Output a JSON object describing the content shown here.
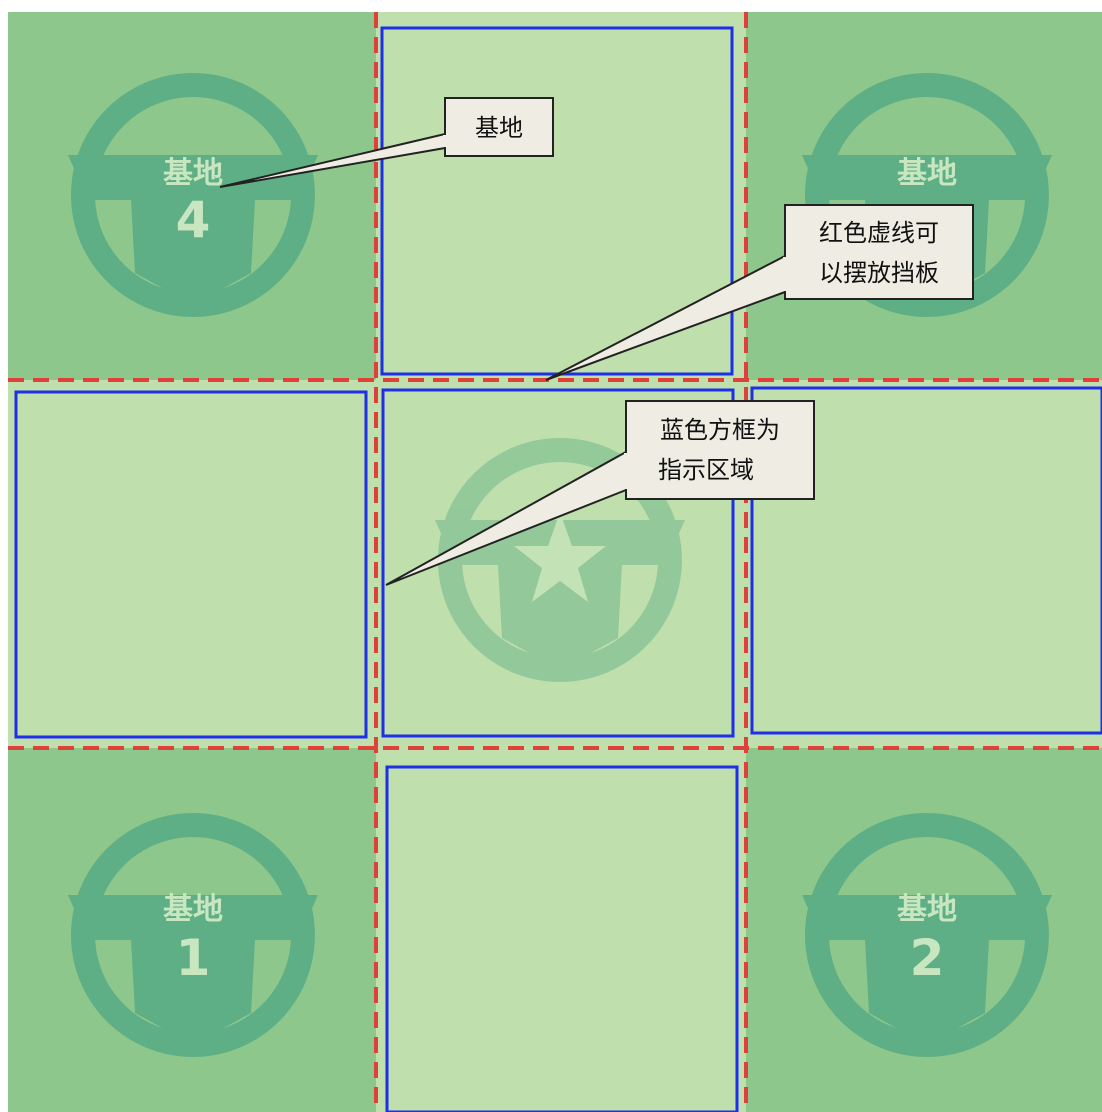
{
  "colors": {
    "tile_dark": "#8dc78b",
    "tile_light": "#bfdfac",
    "emblem": "#5faf86",
    "emblem_text": "#c8e6c0",
    "red_dash": "#e0403a",
    "blue_box": "#1f2fe6",
    "callout_fill": "#efede3",
    "callout_stroke": "#222222"
  },
  "bases": [
    {
      "id": "base-4",
      "label": "基地",
      "number": "4"
    },
    {
      "id": "base-1",
      "label": "基地",
      "number": "1"
    },
    {
      "id": "base-2",
      "label": "基地",
      "number": "2"
    },
    {
      "id": "base-3",
      "label": "基地",
      "number": ""
    }
  ],
  "center_emblem": {
    "symbol": "star"
  },
  "callouts": {
    "base": {
      "lines": [
        "基地"
      ]
    },
    "red_dashed": {
      "lines": [
        "红色虚线可",
        "以摆放挡板"
      ]
    },
    "blue_box": {
      "lines": [
        "蓝色方框为",
        "指示区域"
      ]
    }
  }
}
